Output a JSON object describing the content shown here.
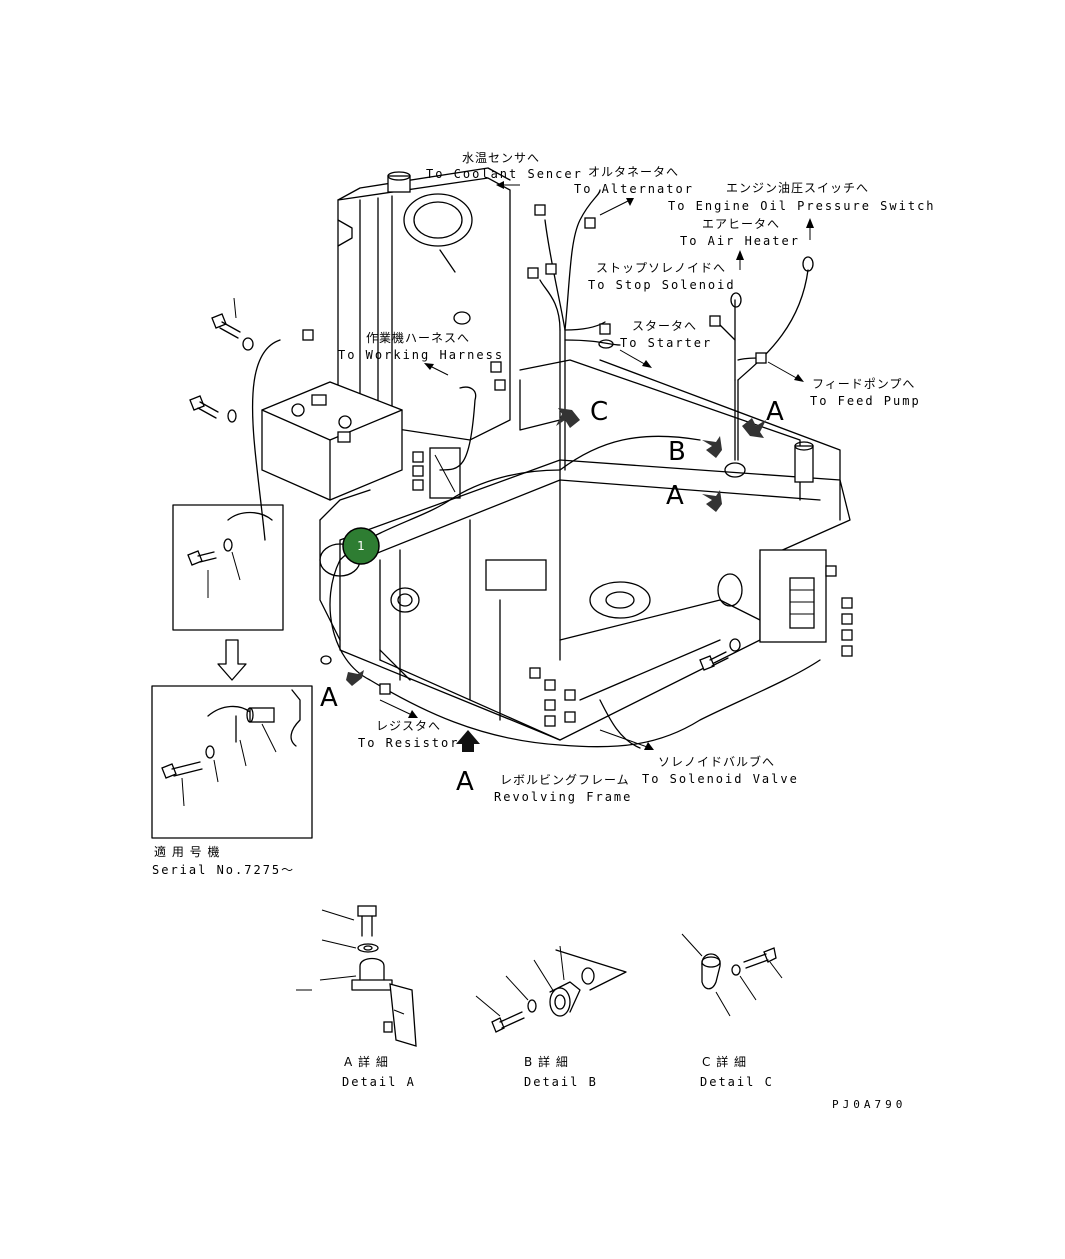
{
  "labels": {
    "coolant_jp": "水温センサへ",
    "coolant_en": "To Coolant Sencer",
    "alternator_jp": "オルタネータへ",
    "alternator_en": "To Alternator",
    "oil_pressure_jp": "エンジン油圧スイッチへ",
    "oil_pressure_en": "To Engine Oil Pressure Switch",
    "air_heater_jp": "エアヒータへ",
    "air_heater_en": "To Air Heater",
    "stop_solenoid_jp": "ストップソレノイドへ",
    "stop_solenoid_en": "To Stop Solenoid",
    "working_harness_jp": "作業機ハーネスへ",
    "working_harness_en": "To Working Harness",
    "starter_jp": "スタータへ",
    "starter_en": "To Starter",
    "feed_pump_jp": "フィードポンプへ",
    "feed_pump_en": "To Feed Pump",
    "resistor_jp": "レジスタへ",
    "resistor_en": "To Resistor",
    "revolving_frame_jp": "レボルビングフレーム",
    "revolving_frame_en": "Revolving Frame",
    "solenoid_valve_jp": "ソレノイドバルブへ",
    "solenoid_valve_en": "To Solenoid Valve",
    "serial_jp": "適 用 号 機",
    "serial_en": "Serial No.7275～",
    "detail_a_jp": "A 詳 細",
    "detail_a_en": "Detail A",
    "detail_b_jp": "B 詳 細",
    "detail_b_en": "Detail B",
    "detail_c_jp": "C 詳 細",
    "detail_c_en": "Detail C",
    "drawing_code": "PJ0A790"
  },
  "view_letters": {
    "a1": "A",
    "a2": "A",
    "a3": "A",
    "a4": "A",
    "b": "B",
    "c": "C"
  },
  "callout": {
    "number": "1",
    "color": "#2e7d32"
  }
}
